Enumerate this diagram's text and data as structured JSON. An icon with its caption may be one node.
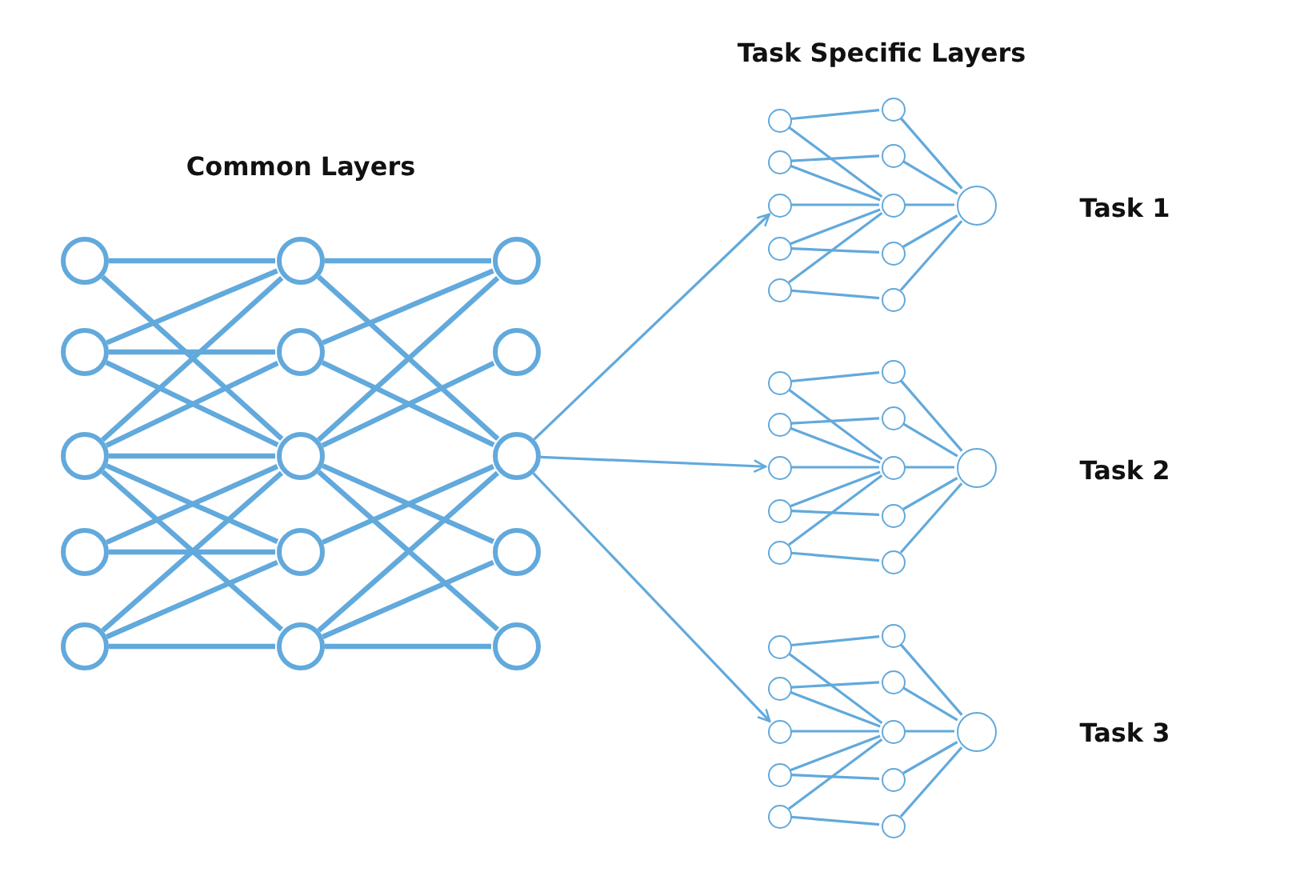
{
  "diagram": {
    "nodes": [
      {
        "text": [],
        "shape": "circle"
      },
      {
        "text": [],
        "shape": "circle"
      },
      {
        "text": [],
        "shape": "circle"
      },
      {
        "text": [],
        "shape": "circle"
      },
      {
        "text": [],
        "shape": "circle"
      },
      {
        "text": [],
        "shape": "circle"
      },
      {
        "text": [],
        "shape": "circle"
      },
      {
        "text": [],
        "shape": "circle"
      },
      {
        "text": [],
        "shape": "circle"
      },
      {
        "text": [],
        "shape": "circle"
      },
      {
        "text": [],
        "shape": "circle"
      },
      {
        "text": [],
        "shape": "circle"
      },
      {
        "text": [],
        "shape": "circle"
      },
      {
        "text": [],
        "shape": "circle"
      },
      {
        "text": [],
        "shape": "circle"
      },
      {
        "text": [],
        "shape": "circle"
      },
      {
        "text": [],
        "shape": "circle"
      },
      {
        "text": [],
        "shape": "circle"
      },
      {
        "text": [],
        "shape": "circle"
      },
      {
        "text": [],
        "shape": "circle"
      },
      {
        "text": [],
        "shape": "circle"
      },
      {
        "text": [],
        "shape": "circle"
      },
      {
        "text": [],
        "shape": "circle"
      },
      {
        "text": [],
        "shape": "circle"
      },
      {
        "text": [],
        "shape": "circle"
      },
      {
        "text": [],
        "shape": "circle"
      },
      {
        "text": [],
        "shape": "circle"
      },
      {
        "text": [],
        "shape": "circle"
      },
      {
        "text": [],
        "shape": "circle"
      },
      {
        "text": [],
        "shape": "circle"
      },
      {
        "text": [],
        "shape": "circle"
      },
      {
        "text": [],
        "shape": "circle"
      },
      {
        "text": [],
        "shape": "circle"
      },
      {
        "text": [],
        "shape": "circle"
      },
      {
        "text": [],
        "shape": "circle"
      },
      {
        "text": [],
        "shape": "circle"
      },
      {
        "text": [],
        "shape": "circle"
      },
      {
        "text": [],
        "shape": "circle"
      },
      {
        "text": [],
        "shape": "circle"
      },
      {
        "text": [],
        "shape": "circle"
      },
      {
        "text": [],
        "shape": "circle"
      },
      {
        "text": [],
        "shape": "circle"
      },
      {
        "text": [],
        "shape": "circle"
      },
      {
        "text": [],
        "shape": "circle"
      },
      {
        "text": [],
        "shape": "circle"
      },
      {
        "text": [],
        "shape": "circle"
      },
      {
        "text": [],
        "shape": "circle"
      },
      {
        "text": [],
        "shape": "circle"
      }
    ],
    "edges": [
      {
        "from": 0,
        "to": 5,
        "arrow": "none",
        "style": "thick"
      },
      {
        "from": 0,
        "to": 7,
        "arrow": "none",
        "style": "thick"
      },
      {
        "from": 1,
        "to": 5,
        "arrow": "none",
        "style": "thick"
      },
      {
        "from": 1,
        "to": 6,
        "arrow": "none",
        "style": "thick"
      },
      {
        "from": 1,
        "to": 7,
        "arrow": "none",
        "style": "thick"
      },
      {
        "from": 2,
        "to": 5,
        "arrow": "none",
        "style": "thick"
      },
      {
        "from": 2,
        "to": 6,
        "arrow": "none",
        "style": "thick"
      },
      {
        "from": 2,
        "to": 7,
        "arrow": "none",
        "style": "thick"
      },
      {
        "from": 2,
        "to": 8,
        "arrow": "none",
        "style": "thick"
      },
      {
        "from": 2,
        "to": 9,
        "arrow": "none",
        "style": "thick"
      },
      {
        "from": 3,
        "to": 7,
        "arrow": "none",
        "style": "thick"
      },
      {
        "from": 3,
        "to": 8,
        "arrow": "none",
        "style": "thick"
      },
      {
        "from": 4,
        "to": 7,
        "arrow": "none",
        "style": "thick"
      },
      {
        "from": 4,
        "to": 8,
        "arrow": "none",
        "style": "thick"
      },
      {
        "from": 4,
        "to": 9,
        "arrow": "none",
        "style": "thick"
      },
      {
        "from": 5,
        "to": 10,
        "arrow": "none",
        "style": "thick"
      },
      {
        "from": 5,
        "to": 12,
        "arrow": "none",
        "style": "thick"
      },
      {
        "from": 6,
        "to": 10,
        "arrow": "none",
        "style": "thick"
      },
      {
        "from": 6,
        "to": 12,
        "arrow": "none",
        "style": "thick"
      },
      {
        "from": 7,
        "to": 10,
        "arrow": "none",
        "style": "thick"
      },
      {
        "from": 7,
        "to": 11,
        "arrow": "none",
        "style": "thick"
      },
      {
        "from": 7,
        "to": 13,
        "arrow": "none",
        "style": "thick"
      },
      {
        "from": 7,
        "to": 14,
        "arrow": "none",
        "style": "thick"
      },
      {
        "from": 8,
        "to": 12,
        "arrow": "none",
        "style": "thick"
      },
      {
        "from": 9,
        "to": 12,
        "arrow": "none",
        "style": "thick"
      },
      {
        "from": 9,
        "to": 13,
        "arrow": "none",
        "style": "thick"
      },
      {
        "from": 9,
        "to": 14,
        "arrow": "none",
        "style": "thick"
      },
      {
        "from": 12,
        "to": 17,
        "arrow": "to"
      },
      {
        "from": 12,
        "to": 28,
        "arrow": "to"
      },
      {
        "from": 12,
        "to": 39,
        "arrow": "to"
      },
      {
        "from": 15,
        "to": 20,
        "arrow": "none"
      },
      {
        "from": 15,
        "to": 22,
        "arrow": "none"
      },
      {
        "from": 16,
        "to": 21,
        "arrow": "none"
      },
      {
        "from": 16,
        "to": 22,
        "arrow": "none"
      },
      {
        "from": 17,
        "to": 22,
        "arrow": "none"
      },
      {
        "from": 18,
        "to": 22,
        "arrow": "none"
      },
      {
        "from": 18,
        "to": 23,
        "arrow": "none"
      },
      {
        "from": 19,
        "to": 22,
        "arrow": "none"
      },
      {
        "from": 19,
        "to": 24,
        "arrow": "none"
      },
      {
        "from": 20,
        "to": 25,
        "arrow": "none"
      },
      {
        "from": 21,
        "to": 25,
        "arrow": "none"
      },
      {
        "from": 22,
        "to": 25,
        "arrow": "none"
      },
      {
        "from": 23,
        "to": 25,
        "arrow": "none"
      },
      {
        "from": 24,
        "to": 25,
        "arrow": "none"
      },
      {
        "from": 26,
        "to": 31,
        "arrow": "none"
      },
      {
        "from": 26,
        "to": 33,
        "arrow": "none"
      },
      {
        "from": 27,
        "to": 32,
        "arrow": "none"
      },
      {
        "from": 27,
        "to": 33,
        "arrow": "none"
      },
      {
        "from": 28,
        "to": 33,
        "arrow": "none"
      },
      {
        "from": 29,
        "to": 33,
        "arrow": "none"
      },
      {
        "from": 29,
        "to": 34,
        "arrow": "none"
      },
      {
        "from": 30,
        "to": 33,
        "arrow": "none"
      },
      {
        "from": 30,
        "to": 35,
        "arrow": "none"
      },
      {
        "from": 31,
        "to": 36,
        "arrow": "none"
      },
      {
        "from": 32,
        "to": 36,
        "arrow": "none"
      },
      {
        "from": 33,
        "to": 36,
        "arrow": "none"
      },
      {
        "from": 34,
        "to": 36,
        "arrow": "none"
      },
      {
        "from": 35,
        "to": 36,
        "arrow": "none"
      },
      {
        "from": 37,
        "to": 42,
        "arrow": "none"
      },
      {
        "from": 37,
        "to": 44,
        "arrow": "none"
      },
      {
        "from": 38,
        "to": 43,
        "arrow": "none"
      },
      {
        "from": 38,
        "to": 44,
        "arrow": "none"
      },
      {
        "from": 39,
        "to": 44,
        "arrow": "none"
      },
      {
        "from": 40,
        "to": 44,
        "arrow": "none"
      },
      {
        "from": 40,
        "to": 45,
        "arrow": "none"
      },
      {
        "from": 41,
        "to": 44,
        "arrow": "none"
      },
      {
        "from": 41,
        "to": 46,
        "arrow": "none"
      },
      {
        "from": 42,
        "to": 47,
        "arrow": "none"
      },
      {
        "from": 43,
        "to": 47,
        "arrow": "none"
      },
      {
        "from": 44,
        "to": 47,
        "arrow": "none"
      },
      {
        "from": 45,
        "to": 47,
        "arrow": "none"
      },
      {
        "from": 46,
        "to": 47,
        "arrow": "none"
      }
    ],
    "labels": [
      "Task Specific Layers",
      "Common Layers",
      "Task 1",
      "Task 2",
      "Task 3"
    ]
  }
}
